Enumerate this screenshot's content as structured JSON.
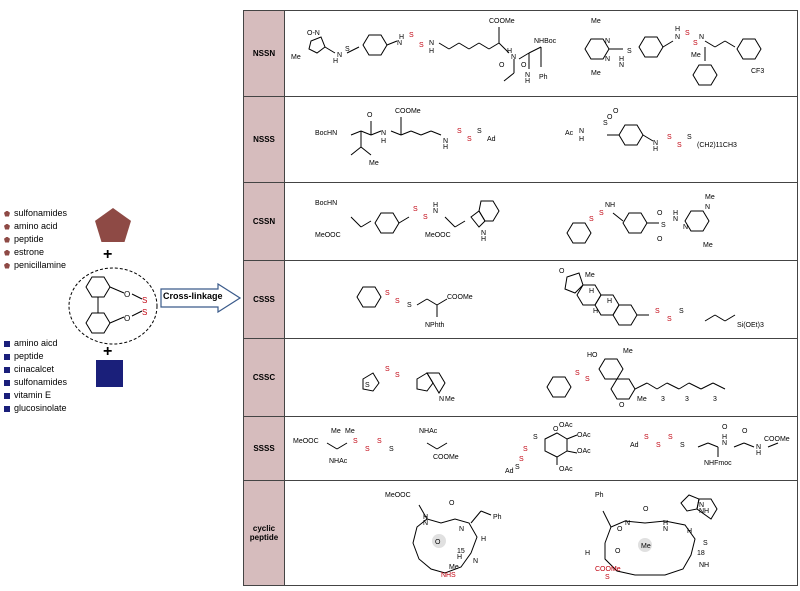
{
  "legend_top": [
    "sulfonamides",
    "amino acid",
    "peptide",
    "estrone",
    "penicillamine"
  ],
  "legend_bottom": [
    "amino aicd",
    "peptide",
    "cinacalcet",
    "sulfonamides",
    "vitamin E",
    "glucosinolate"
  ],
  "scaffold_atoms": {
    "o1": "O",
    "o2": "O",
    "s": "S",
    "s2": "S"
  },
  "plus_sign": "+",
  "arrow_label": "Cross-linkage",
  "colors": {
    "pentagon": "#8e4a45",
    "square": "#1a1f7a",
    "label_cell": "#d6bcbd",
    "sulfur": "#c0000e"
  },
  "rows": [
    {
      "label": "NSSN",
      "molecules": [
        {
          "texts": [
            "Me",
            "O-N",
            "S",
            "H",
            "N",
            "H",
            "N",
            "S",
            "S",
            "N",
            "H",
            "COOMe",
            "H",
            "N",
            "NHBoc",
            "Ph",
            "N",
            "H",
            "O",
            "O"
          ]
        },
        {
          "texts": [
            "Me",
            "N",
            "N",
            "Me",
            "S",
            "H",
            "N",
            "H",
            "N",
            "S",
            "S",
            "N",
            "Me",
            "CF3"
          ]
        }
      ]
    },
    {
      "label": "NSSS",
      "molecules": [
        {
          "texts": [
            "BocHN",
            "O",
            "COOMe",
            "N",
            "H",
            "Me",
            "N",
            "H",
            "S",
            "S",
            "S",
            "Ad"
          ]
        },
        {
          "texts": [
            "O",
            "O",
            "S",
            "Ac",
            "N",
            "H",
            "N",
            "H",
            "S",
            "S",
            "S",
            "(CH2)11CH3"
          ]
        }
      ]
    },
    {
      "label": "CSSN",
      "molecules": [
        {
          "texts": [
            "BocHN",
            "MeOOC",
            "S",
            "S",
            "N",
            "H",
            "MeOOC",
            "N",
            "H"
          ]
        },
        {
          "texts": [
            "S",
            "S",
            "NH",
            "S",
            "H",
            "N",
            "N",
            "N",
            "Me",
            "Me",
            "O",
            "O"
          ]
        }
      ]
    },
    {
      "label": "CSSS",
      "molecules": [
        {
          "texts": [
            "S",
            "S",
            "S",
            "COOMe",
            "NPhth"
          ]
        },
        {
          "texts": [
            "O",
            "Me",
            "H",
            "H",
            "H",
            "S",
            "S",
            "S",
            "Si(OEt)3"
          ]
        }
      ]
    },
    {
      "label": "CSSC",
      "molecules": [
        {
          "texts": [
            "S",
            "S",
            "S",
            "N",
            "Me"
          ]
        },
        {
          "texts": [
            "HO",
            "Me",
            "S",
            "S",
            "O",
            "Me",
            "3",
            "3",
            "3"
          ]
        }
      ]
    },
    {
      "label": "SSSS",
      "molecules": [
        {
          "texts": [
            "Me",
            "Me",
            "MeOOC",
            "NHAc",
            "S",
            "S",
            "S",
            "S",
            "NHAc",
            "COOMe"
          ]
        },
        {
          "texts": [
            "S",
            "S",
            "S",
            "S",
            "Ad",
            "O",
            "OAc",
            "OAc",
            "OAc",
            "OAc"
          ]
        },
        {
          "texts": [
            "Ad",
            "S",
            "S",
            "S",
            "S",
            "H",
            "N",
            "O",
            "NHFmoc",
            "N",
            "H",
            "O",
            "COOMe"
          ]
        }
      ]
    },
    {
      "label": "cyclic peptide",
      "molecules": [
        {
          "texts": [
            "MeOOC",
            "O",
            "Ph",
            "H",
            "N",
            "N",
            "H",
            "O",
            "15",
            "H",
            "N",
            "Me",
            "NH",
            "S",
            "S"
          ]
        },
        {
          "texts": [
            "Ph",
            "O",
            "O",
            "H",
            "N",
            "N",
            "H",
            "NH",
            "N",
            "H",
            "Me",
            "18",
            "O",
            "NH",
            "COOMe",
            "S",
            "S",
            "O"
          ]
        }
      ]
    }
  ]
}
